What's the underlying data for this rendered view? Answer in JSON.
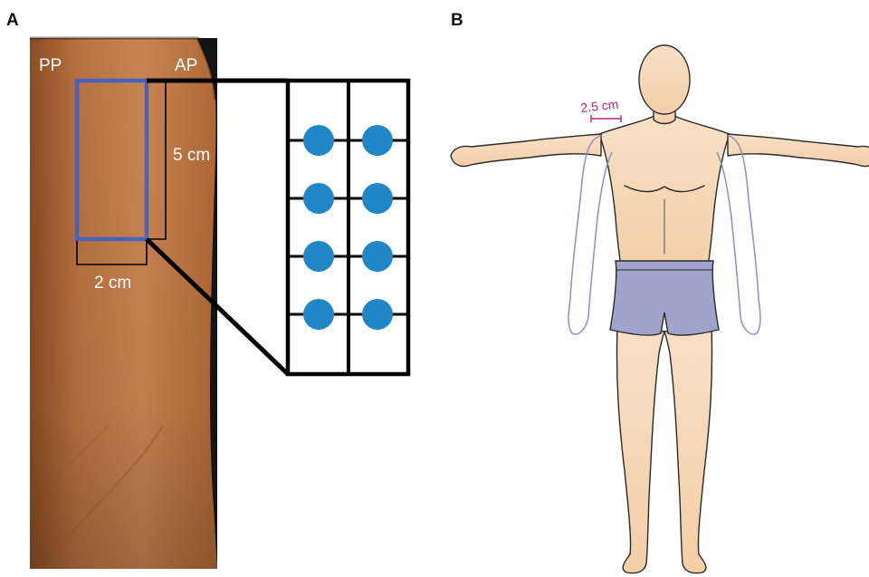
{
  "panels": {
    "a": {
      "label": "A",
      "photo_labels": {
        "left": "PP",
        "right": "AP"
      },
      "dimensions": {
        "height": "5 cm",
        "width": "2 cm"
      },
      "grid": {
        "rows": 4,
        "columns": 2,
        "dot_color": "#1f86c8",
        "box_color": "#4a63b8"
      }
    },
    "b": {
      "label": "B",
      "dimension": "2.5 cm",
      "colors": {
        "skin": "#f7dcc0",
        "shorts": "#a0a4cc",
        "arm_outline": "#8d8fc4",
        "dimension": "#b0287a"
      }
    }
  }
}
